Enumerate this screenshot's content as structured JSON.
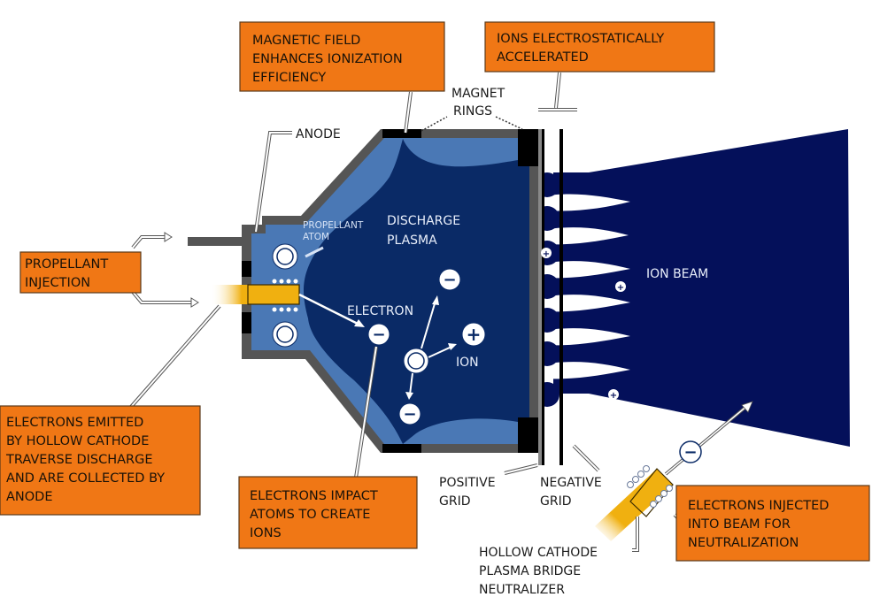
{
  "title": "Ion thruster operation diagram",
  "colors": {
    "callout_fill": "#f07715",
    "chamber_light": "#4a78b5",
    "plasma_dark": "#0a2a66",
    "beam": "#04105a",
    "wall": "#555555",
    "cathode": "#f0b010"
  },
  "callouts": {
    "magnetic_field": [
      "MAGNETIC FIELD",
      "ENHANCES IONIZATION",
      "EFFICIENCY"
    ],
    "ions_accelerated": [
      "IONS ELECTROSTATICALLY",
      "ACCELERATED"
    ],
    "propellant_injection": [
      "PROPELLANT",
      "INJECTION"
    ],
    "electrons_emitted": [
      "ELECTRONS EMITTED",
      "BY HOLLOW CATHODE",
      "TRAVERSE DISCHARGE",
      "AND ARE COLLECTED BY",
      "ANODE"
    ],
    "electrons_impact": [
      "ELECTRONS IMPACT",
      "ATOMS TO CREATE",
      "IONS"
    ],
    "electrons_injected": [
      "ELECTRONS INJECTED",
      "INTO BEAM FOR",
      "NEUTRALIZATION"
    ]
  },
  "labels": {
    "magnet_rings": [
      "MAGNET",
      "RINGS"
    ],
    "anode": "ANODE",
    "propellant_atom": [
      "PROPELLANT",
      "ATOM"
    ],
    "discharge_plasma": [
      "DISCHARGE",
      "PLASMA"
    ],
    "electron": "ELECTRON",
    "ion": "ION",
    "ion_beam": "ION BEAM",
    "positive_grid": [
      "POSITIVE",
      "GRID"
    ],
    "negative_grid": [
      "NEGATIVE",
      "GRID"
    ],
    "neutralizer": [
      "HOLLOW CATHODE",
      "PLASMA BRIDGE",
      "NEUTRALIZER"
    ]
  },
  "symbols": {
    "minus": "−",
    "plus": "+"
  }
}
